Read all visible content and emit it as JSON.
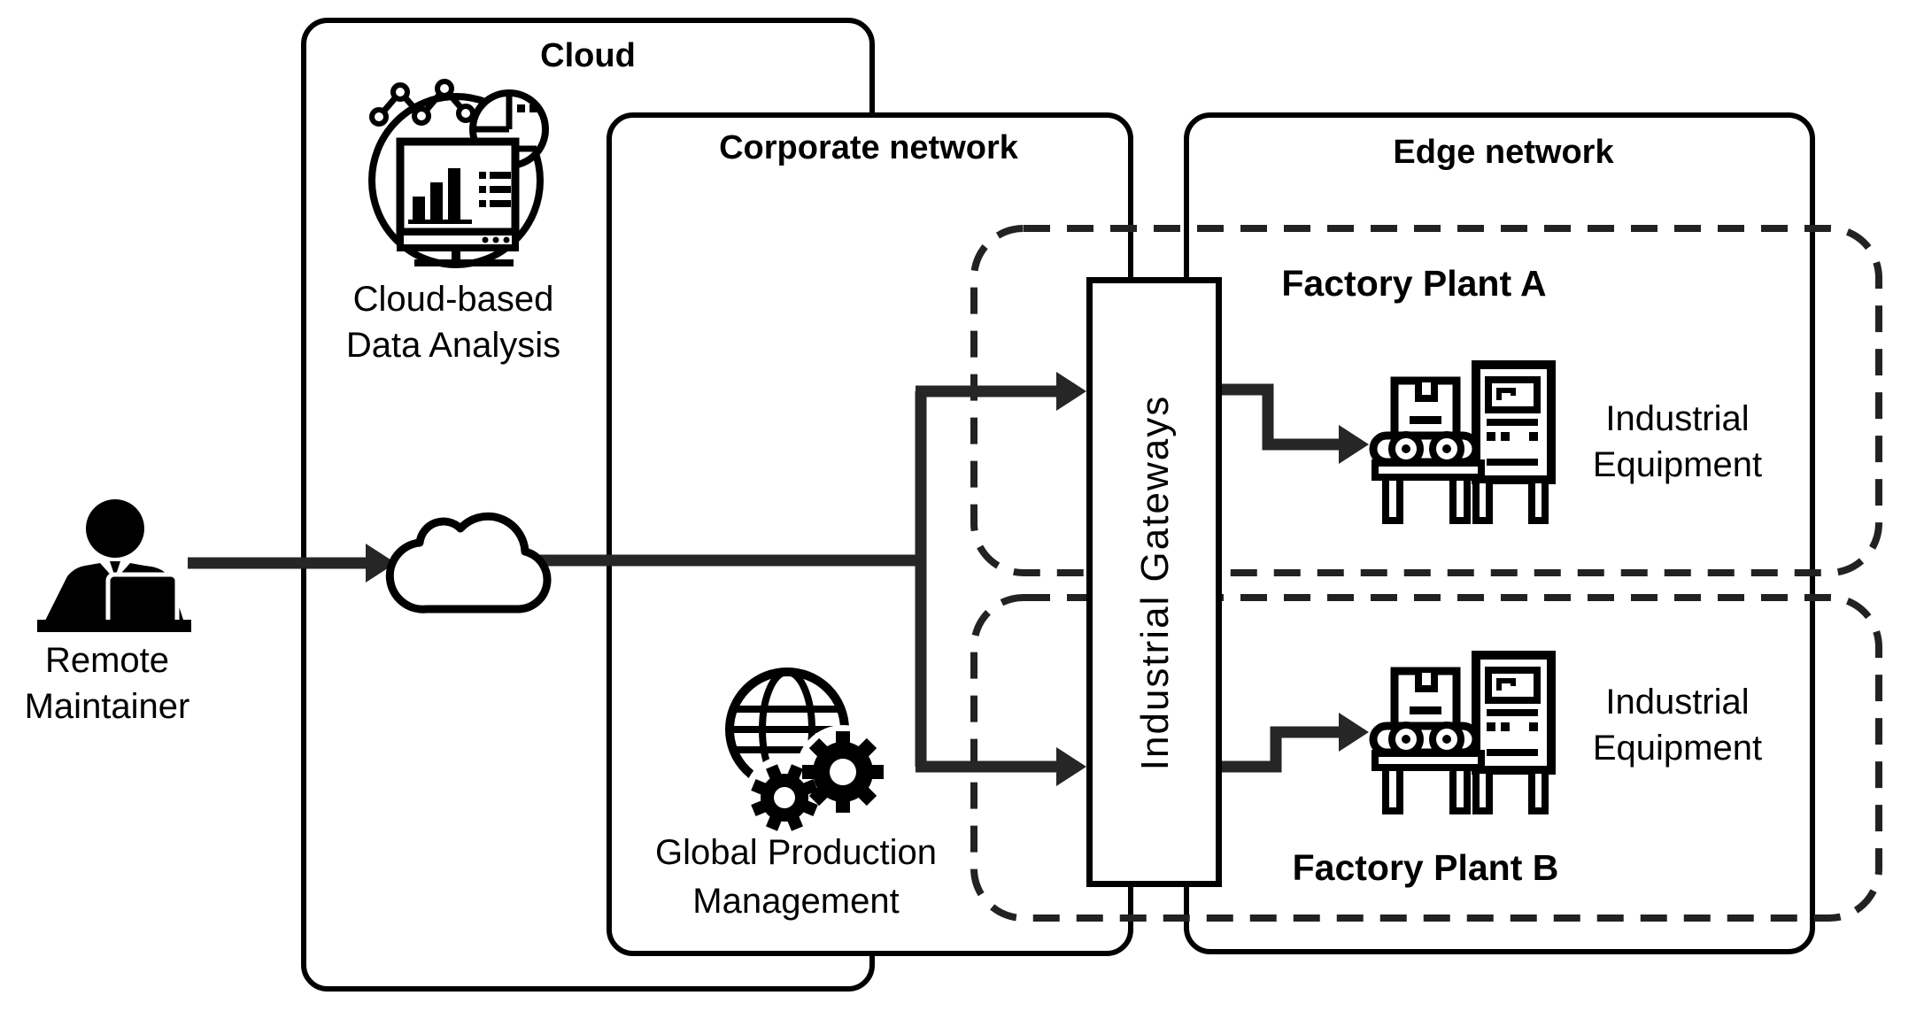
{
  "colors": {
    "line": "#000000",
    "arrow": "#262626",
    "background": "#ffffff"
  },
  "regions": {
    "cloud": {
      "title": "Cloud"
    },
    "corporate": {
      "title": "Corporate network"
    },
    "edge": {
      "title": "Edge network"
    }
  },
  "nodes": {
    "remote_maintainer": {
      "line1": "Remote",
      "line2": "Maintainer"
    },
    "cloud_data_analysis": {
      "line1": "Cloud-based",
      "line2": "Data Analysis"
    },
    "global_production": {
      "line1": "Global Production",
      "line2": "Management"
    },
    "industrial_gateways": {
      "label": "Industrial Gateways"
    },
    "factory_a": {
      "title": "Factory Plant A",
      "equipment": {
        "line1": "Industrial",
        "line2": "Equipment"
      }
    },
    "factory_b": {
      "title": "Factory Plant B",
      "equipment": {
        "line1": "Industrial",
        "line2": "Equipment"
      }
    }
  },
  "icons": {
    "remote_maintainer": "person-laptop-icon",
    "cloud_link": "cloud-icon",
    "cloud_data_analysis": "data-analysis-icon",
    "global_production": "globe-gears-icon",
    "factory_equipment": "industrial-equipment-icon"
  }
}
